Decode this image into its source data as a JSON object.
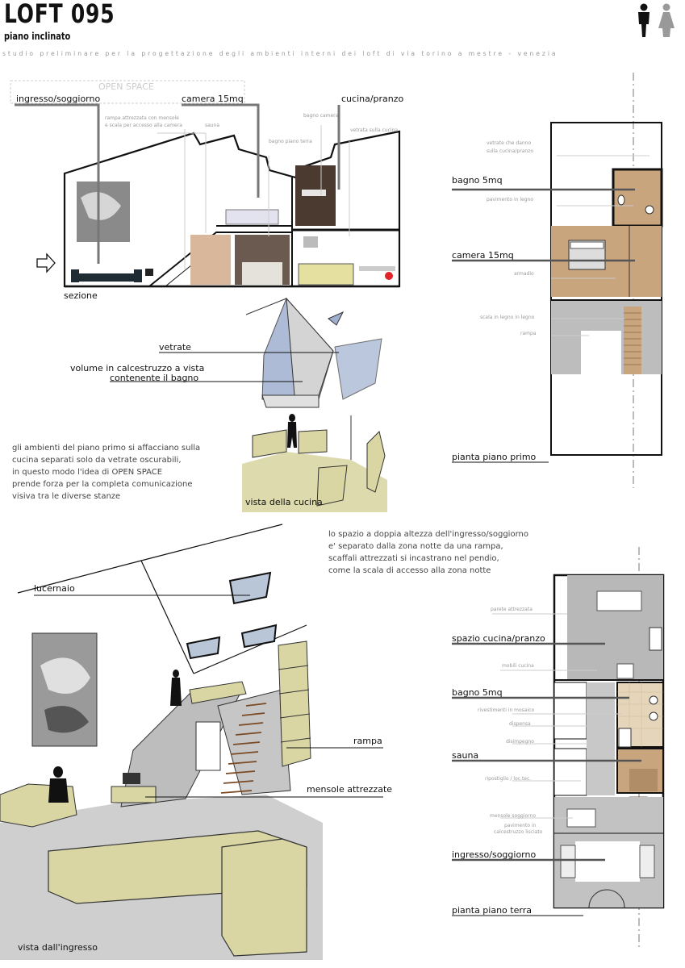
{
  "header": {
    "title": "LOFT 095",
    "subtitle": "piano inclinato",
    "tagline": "studio preliminare per la progettazione degli ambienti interni dei loft di via torino a mestre - venezia"
  },
  "section": {
    "open_space": "OPEN SPACE",
    "labels": {
      "ingresso": "ingresso/soggiorno",
      "camera": "camera 15mq",
      "cucina": "cucina/pranzo",
      "sezione": "sezione"
    },
    "notes": {
      "rampa1": "rampa attrezzata con mensole",
      "rampa2": "e scala per accesso alla camera",
      "sauna": "sauna",
      "bagno_camera": "bagno camera",
      "bagno_pt": "bagno piano terra",
      "vetrata": "vetrata sulla cucina"
    }
  },
  "kitchen_view": {
    "vetrate": "vetrate",
    "volume1": "volume in calcestruzzo a vista",
    "volume2": "contenente il bagno",
    "caption": "vista della cucina"
  },
  "paragraph1": [
    "gli ambienti del piano primo si affacciano sulla",
    "cucina separati solo da vetrate oscurabili,",
    "in questo modo l'idea di OPEN SPACE",
    "prende forza per la completa comunicazione",
    "visiva tra le diverse stanze"
  ],
  "paragraph2": [
    "lo spazio a doppia altezza dell'ingresso/soggiorno",
    "e' separato dalla zona notte da una rampa,",
    "scaffali attrezzati si incastrano nel pendio,",
    "come la scala di accesso alla zona notte"
  ],
  "plan_first": {
    "notes": {
      "vetrate1": "vetrate che danno",
      "vetrate2": "sulla cucina/pranzo",
      "pavimento": "pavimento in legno",
      "armadio": "armadio",
      "scala": "scala in legno in legno",
      "rampa": "rampa"
    },
    "bagno": "bagno 5mq",
    "camera": "camera 15mq",
    "caption": "pianta piano primo"
  },
  "entry_view": {
    "lucernaio": "lucernaio",
    "rampa": "rampa",
    "mensole": "mensole attrezzate",
    "caption": "vista dall'ingresso"
  },
  "plan_ground": {
    "notes": {
      "parete": "parete attrezzata",
      "mobili": "mobili cucina",
      "rivestimenti": "rivestimenti in mosaico",
      "dispensa": "dispensa",
      "disimpegno": "disimpegno",
      "ripostiglio": "ripostiglio / loc.tec.",
      "mensole": "mensole soggiorno",
      "pavimento1": "pavimento in",
      "pavimento2": "calcestruzzo lisciato"
    },
    "cucina": "spazio cucina/pranzo",
    "bagno": "bagno 5mq",
    "sauna": "sauna",
    "ingresso": "ingresso/soggiorno",
    "caption": "pianta piano terra"
  },
  "colors": {
    "wood": "#c9a57e",
    "sketch_green": "#d9d6a4",
    "glass": "#9fb0cf",
    "floor_grey": "#bdbdbd",
    "text_grey": "#999999"
  },
  "icons": [
    "male-icon",
    "female-icon",
    "arrow-right-icon"
  ]
}
